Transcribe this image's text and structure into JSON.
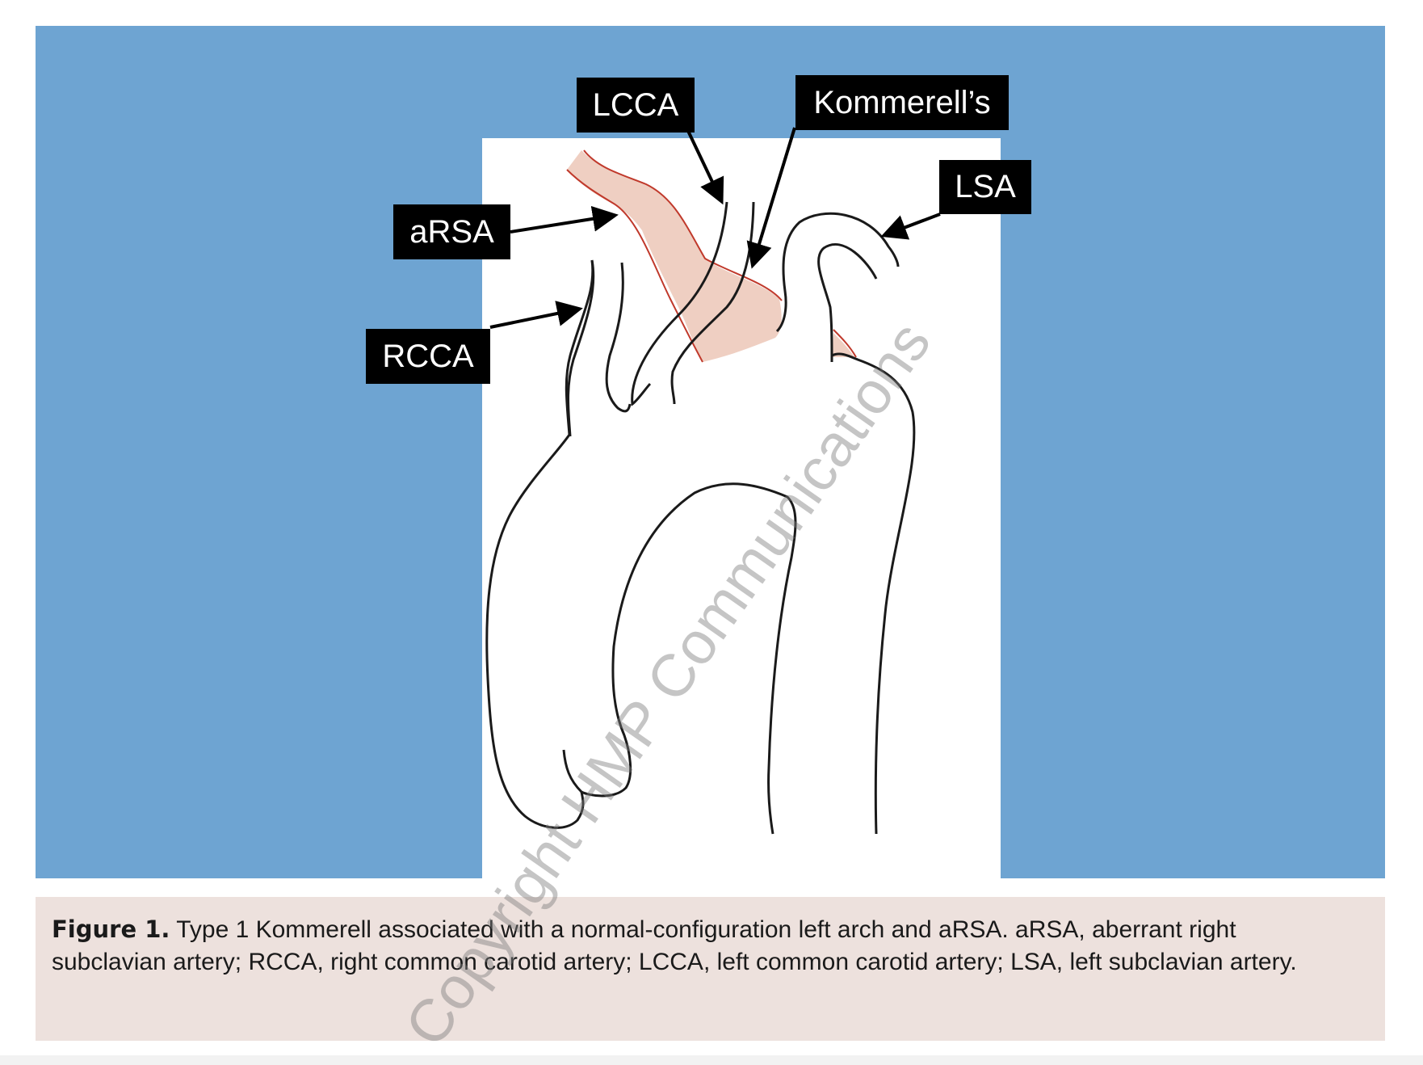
{
  "figure": {
    "labels": {
      "lcca": "LCCA",
      "kommerell": "Kommerell’s",
      "lsa": "LSA",
      "arsa": "aRSA",
      "rcca": "RCCA"
    },
    "colors": {
      "panel_background": "#6ea4d2",
      "illustration_background": "#ffffff",
      "kommerell_fill": "#efcfc2",
      "kommerell_outline": "#c0392b",
      "vessel_outline": "#1a1a1a",
      "label_background": "#000000",
      "label_text": "#ffffff",
      "caption_background": "#ede1dd"
    }
  },
  "caption": {
    "label": "Figure 1.",
    "text": " Type 1 Kommerell associated with a normal-configuration left arch and aRSA. aRSA, aberrant right subclavian artery; RCCA, right common carotid artery; LCCA, left common carotid artery; LSA, left subclavian artery."
  },
  "watermark": {
    "text": "Copyright HMP Communications"
  }
}
